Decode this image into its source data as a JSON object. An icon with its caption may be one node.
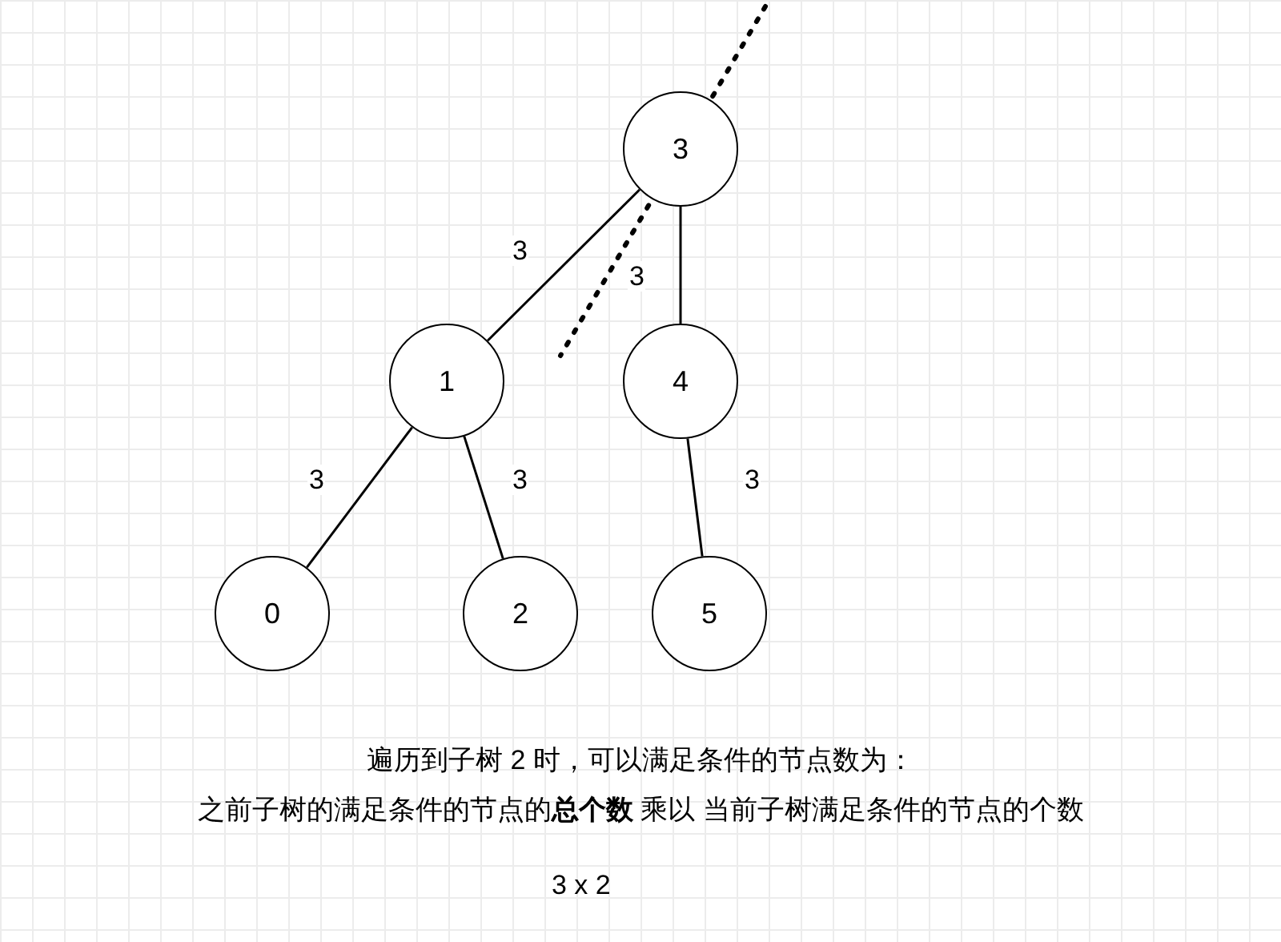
{
  "diagram": {
    "nodes": [
      {
        "text": [
          "3"
        ]
      },
      {
        "text": [
          "1"
        ]
      },
      {
        "text": [
          "4"
        ]
      },
      {
        "text": [
          "0"
        ]
      },
      {
        "text": [
          "2"
        ]
      },
      {
        "text": [
          "5"
        ]
      }
    ],
    "edges": [
      {
        "from": 0,
        "to": 1,
        "arrow": "none",
        "label": "3"
      },
      {
        "from": 0,
        "to": 2,
        "arrow": "none",
        "label": "3"
      },
      {
        "from": 1,
        "to": 3,
        "arrow": "none",
        "label": "3"
      },
      {
        "from": 1,
        "to": 4,
        "arrow": "none",
        "label": "3"
      },
      {
        "from": 2,
        "to": 5,
        "arrow": "none",
        "label": "3"
      }
    ],
    "labels": [
      "遍历到子树 2 时，可以满足条件的节点数为：",
      "之前子树的满足条件的节点的**总个数** 乘以 当前子树满足条件的节点的个数",
      "3 x 2"
    ]
  }
}
